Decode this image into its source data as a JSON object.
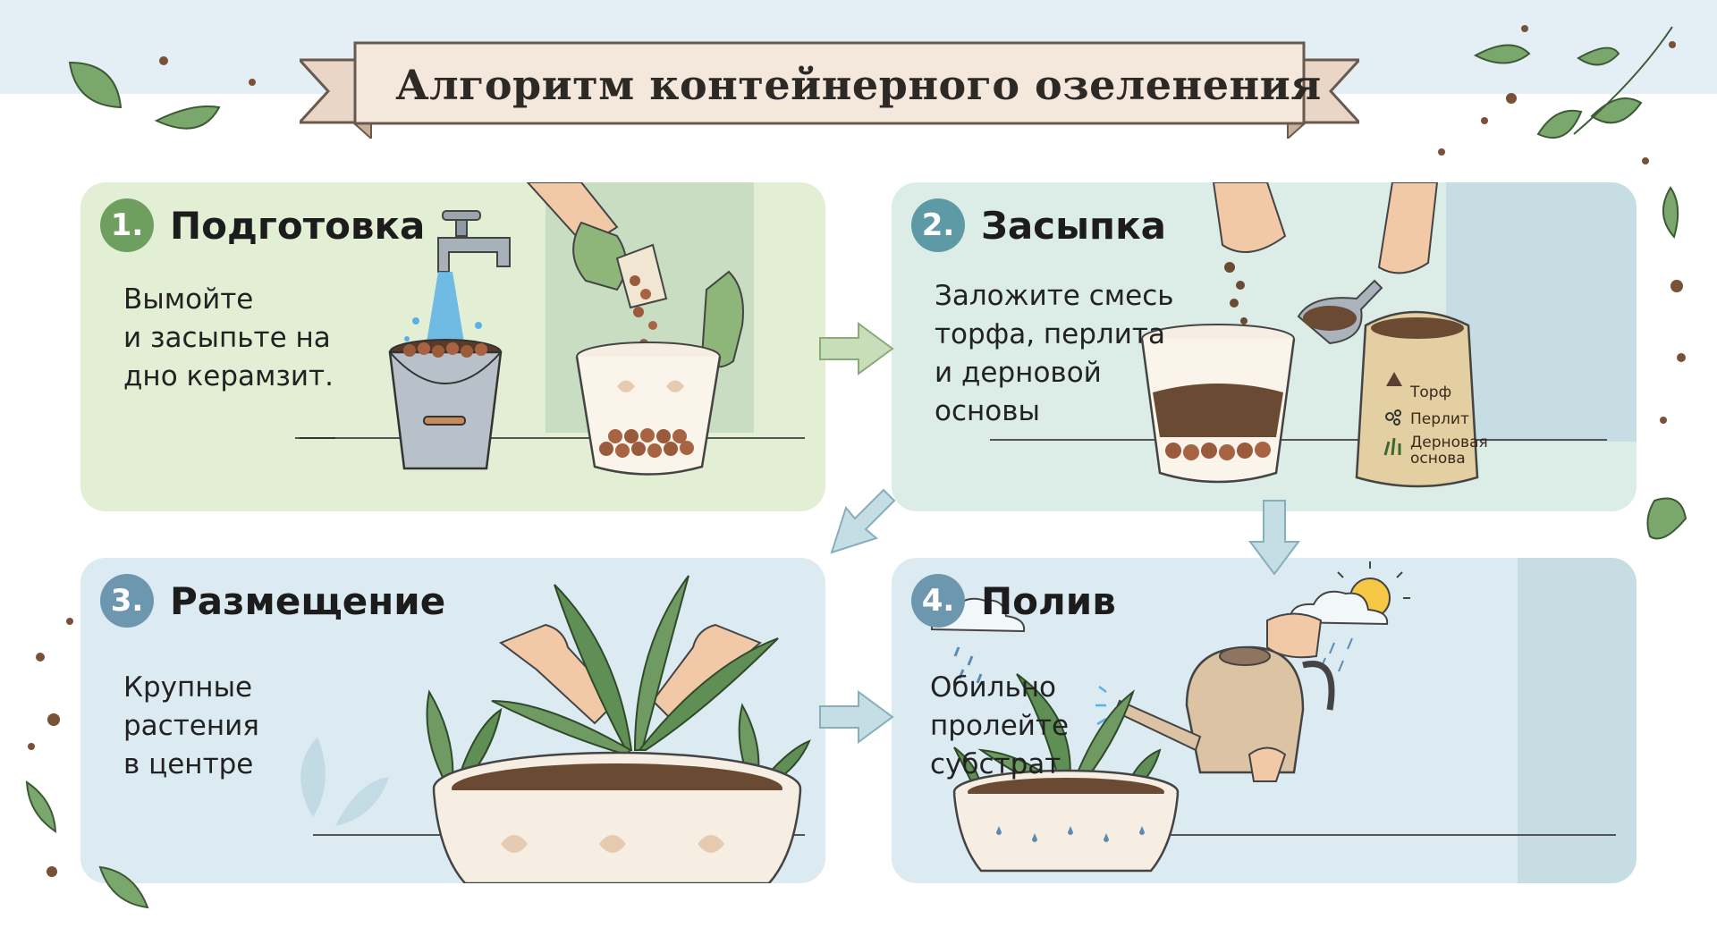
{
  "title": "Алгоритм контейнерного озеленения",
  "steps": [
    {
      "number": "1.",
      "title": "Подготовка",
      "description": [
        "Вымойте",
        "и засыпьте на",
        "дно керамзит."
      ],
      "color": "#6e9f5e"
    },
    {
      "number": "2.",
      "title": "Засыпка",
      "description": [
        "Заложите смесь",
        "торфа, перлита",
        "и дерновой",
        "основы"
      ],
      "color": "#5e9aa6"
    },
    {
      "number": "3.",
      "title": "Размещение",
      "description": [
        "Крупные",
        "растения",
        "в центре"
      ],
      "color": "#6d97ae"
    },
    {
      "number": "4.",
      "title": "Полив",
      "description": [
        "Обильно",
        "пролейте",
        "субстрат"
      ],
      "color": "#6d97ae"
    }
  ],
  "sack_labels": {
    "peat": "Торф",
    "perlite": "Перлит",
    "sod_line1": "Дерновая",
    "sod_line2": "основа"
  },
  "colors": {
    "sky": "#e3eef5",
    "banner": "#f3e6db",
    "leaf": "#6f9a62",
    "soil": "#6b4a33",
    "clay": "#9a5b3c",
    "arrow_green": "#a9c99a",
    "arrow_blue": "#a8cbd6"
  }
}
